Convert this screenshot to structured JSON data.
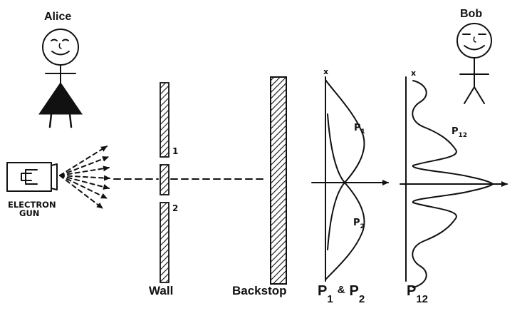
{
  "figure": {
    "person_left": "Alice",
    "person_right": "Bob",
    "gun_label_line1": "ELECTRON",
    "gun_label_line2": "GUN",
    "slit_1": "1",
    "slit_2": "2",
    "wall_label": "Wall",
    "backstop_label": "Backstop",
    "axis_x_left": "x",
    "axis_x_right": "x",
    "curve_p1": "P",
    "curve_p1_sub": "1",
    "curve_p2": "P",
    "curve_p2_sub": "2",
    "curve_p12": "P",
    "curve_p12_sub": "12",
    "graph_left_label_p": "P",
    "graph_left_label_sub1": "1",
    "graph_left_label_amp": "&",
    "graph_left_label_p2": "P",
    "graph_left_label_sub2": "2",
    "graph_right_label_p": "P",
    "graph_right_label_sub": "12"
  },
  "colors": {
    "ink": "#111111",
    "background": "#ffffff"
  }
}
